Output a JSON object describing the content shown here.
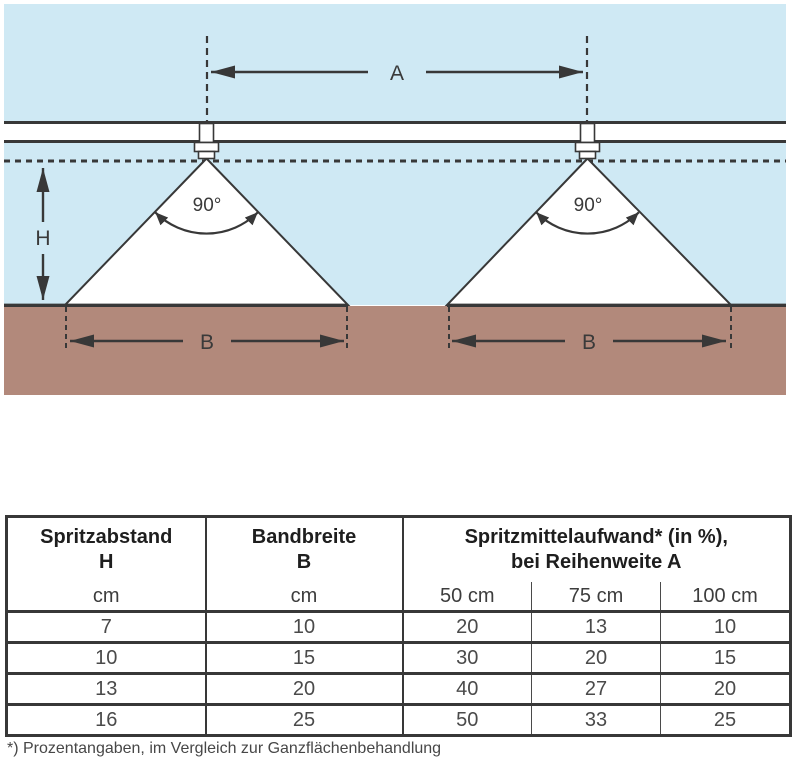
{
  "diagram": {
    "labels": {
      "row_spacing": "A",
      "spray_height": "H",
      "band_width_left": "B",
      "band_width_right": "B",
      "spray_angle_left": "90°",
      "spray_angle_right": "90°"
    },
    "colors": {
      "sky": "#cfe9f4",
      "soil": "#b2897b",
      "line": "#383838"
    }
  },
  "table": {
    "columns": [
      {
        "title": "Spritzabstand",
        "symbol": "H",
        "unit": "cm"
      },
      {
        "title": "Bandbreite",
        "symbol": "B",
        "unit": "cm"
      },
      {
        "title_line1": "Spritzmittelaufwand* (in %),",
        "title_line2": "bei Reihenweite A",
        "sub_columns": [
          "50 cm",
          "75 cm",
          "100 cm"
        ]
      }
    ],
    "rows": [
      [
        "7",
        "10",
        "20",
        "13",
        "10"
      ],
      [
        "10",
        "15",
        "30",
        "20",
        "15"
      ],
      [
        "13",
        "20",
        "40",
        "27",
        "20"
      ],
      [
        "16",
        "25",
        "50",
        "33",
        "25"
      ]
    ]
  },
  "footnote": "*) Prozentangaben, im Vergleich zur Ganzflächenbehandlung"
}
